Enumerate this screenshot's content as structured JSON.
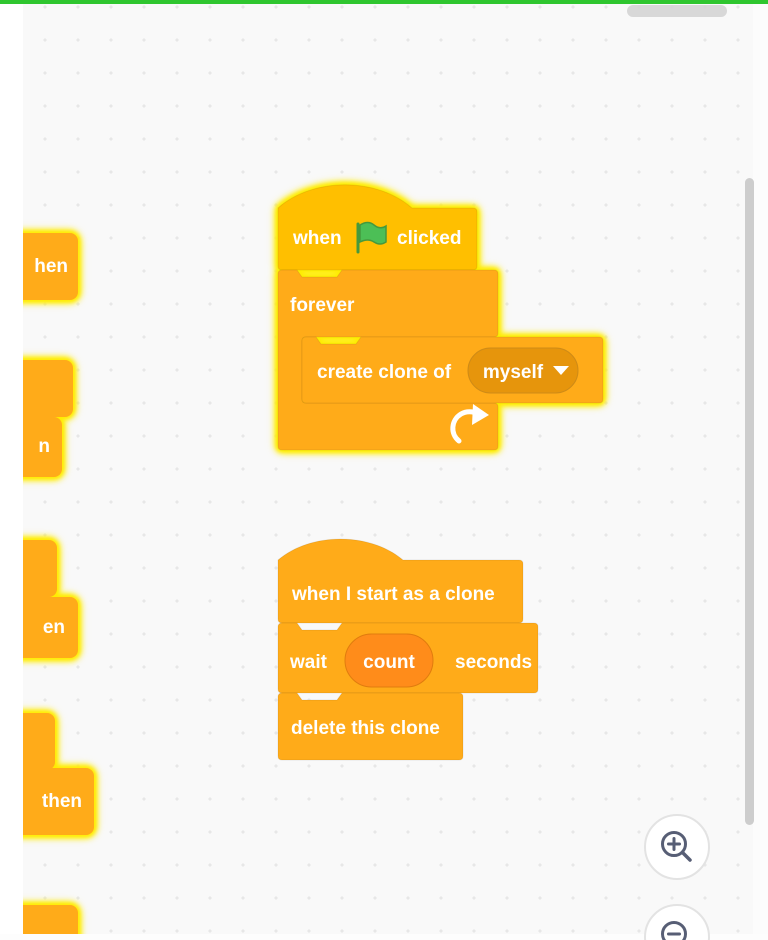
{
  "workspace": {
    "background": "#f9f9f9",
    "dot_color": "#e7e7e7",
    "top_border_color": "#2fc62f"
  },
  "colors": {
    "events_block": "#ffbf00",
    "control_block": "#ffab19",
    "control_dropdown": "#e6950c",
    "variable_block": "#ff8c1a",
    "script_glow": "#ffec00",
    "label_text": "#ffffff",
    "flag_green": "#4cbf56",
    "ui_icon": "#575e75",
    "scrollbar_thumb": "#cdcdcd"
  },
  "script_clone_spawner": {
    "hat_prefix": "when",
    "hat_suffix": "clicked",
    "flag_icon": "green-flag-icon",
    "forever_label": "forever",
    "create_clone_label": "create clone of",
    "create_clone_dropdown": "myself",
    "dropdown_icon": "dropdown-arrow-icon",
    "loop_icon": "loop-arrow-icon"
  },
  "script_clone_behavior": {
    "hat_label": "when I start as a clone",
    "wait_prefix": "wait",
    "wait_value": "count",
    "wait_suffix": "seconds",
    "delete_label": "delete this clone"
  },
  "palette_fragments": [
    {
      "label": "hen"
    },
    {
      "label": "n"
    },
    {
      "label": "en"
    },
    {
      "label": "then"
    },
    {
      "label": ""
    }
  ],
  "zoom_controls": {
    "zoom_in_icon": "magnifier-plus",
    "zoom_out_icon": "magnifier-minus"
  }
}
